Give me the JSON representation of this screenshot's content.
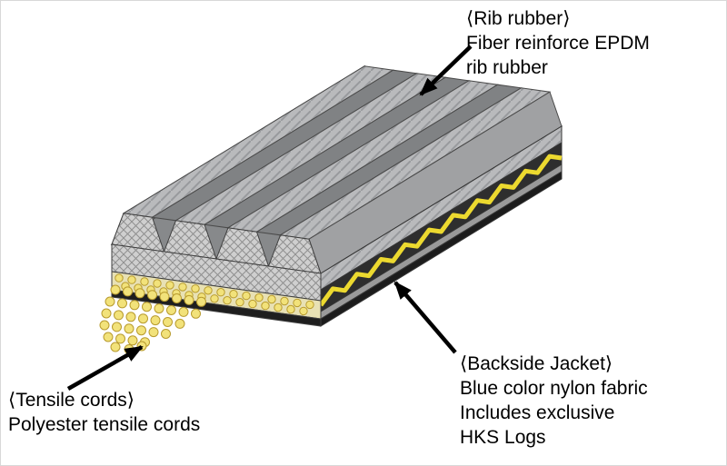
{
  "labels": {
    "rib_rubber": {
      "lines": [
        "⟨Rib rubber⟩",
        "Fiber reinforce EPDM",
        "rib rubber"
      ]
    },
    "tensile_cords": {
      "lines": [
        "⟨Tensile cords⟩",
        "Polyester tensile cords"
      ]
    },
    "backside_jacket": {
      "lines": [
        "⟨Backside Jacket⟩",
        "Blue color nylon fabric",
        "Includes exclusive",
        "HKS Logs"
      ]
    }
  },
  "colors": {
    "cord_yellow": "#f2e27a",
    "cord_outline": "#b89b2e",
    "zigzag_yellow": "#ecd92f",
    "rib_rubber_gray": "#b9babc",
    "jacket_dark": "#2e2e2e",
    "arrow_black": "#000000"
  }
}
